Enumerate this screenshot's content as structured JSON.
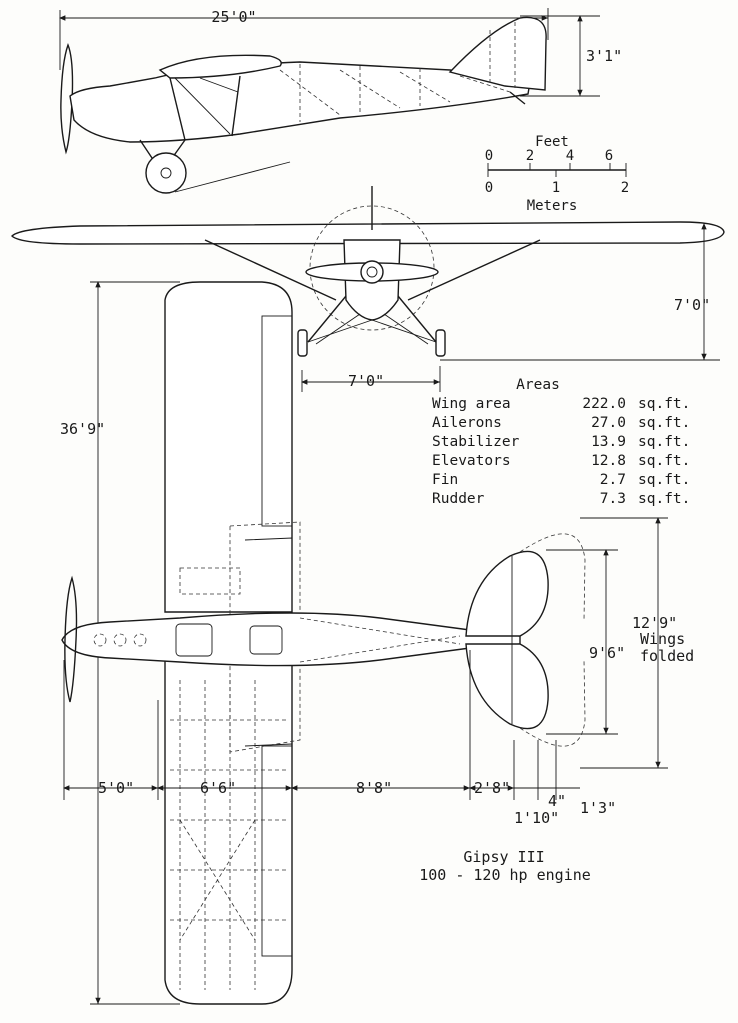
{
  "dimensions": {
    "overall_length": "25'0\"",
    "tail_height": "3'1\"",
    "height": "7'0\"",
    "track": "7'0\"",
    "span": "36'9\"",
    "nose_to_wing": "5'0\"",
    "chord": "6'6\"",
    "wing_to_tail": "8'8\"",
    "tail_section": "2'8\"",
    "small_a": "4\"",
    "small_b": "1'3\"",
    "small_c": "1'10\"",
    "stabilizer_span": "9'6\"",
    "folded_width": "12'9\"",
    "folded_label_1": "Wings",
    "folded_label_2": "folded"
  },
  "scale": {
    "feet_label": "Feet",
    "feet_ticks": [
      "0",
      "2",
      "4",
      "6"
    ],
    "meter_ticks": [
      "0",
      "1",
      "2"
    ],
    "meters_label": "Meters"
  },
  "areas": {
    "title": "Areas",
    "rows": [
      {
        "name": "Wing area",
        "value": "222.0",
        "unit": "sq.ft."
      },
      {
        "name": "Ailerons",
        "value": "27.0",
        "unit": "sq.ft."
      },
      {
        "name": "Stabilizer",
        "value": "13.9",
        "unit": "sq.ft."
      },
      {
        "name": "Elevators",
        "value": "12.8",
        "unit": "sq.ft."
      },
      {
        "name": "Fin",
        "value": "2.7",
        "unit": "sq.ft."
      },
      {
        "name": "Rudder",
        "value": "7.3",
        "unit": "sq.ft."
      }
    ]
  },
  "caption": {
    "engine_name": "Gipsy III",
    "engine_power": "100 - 120 hp engine"
  }
}
